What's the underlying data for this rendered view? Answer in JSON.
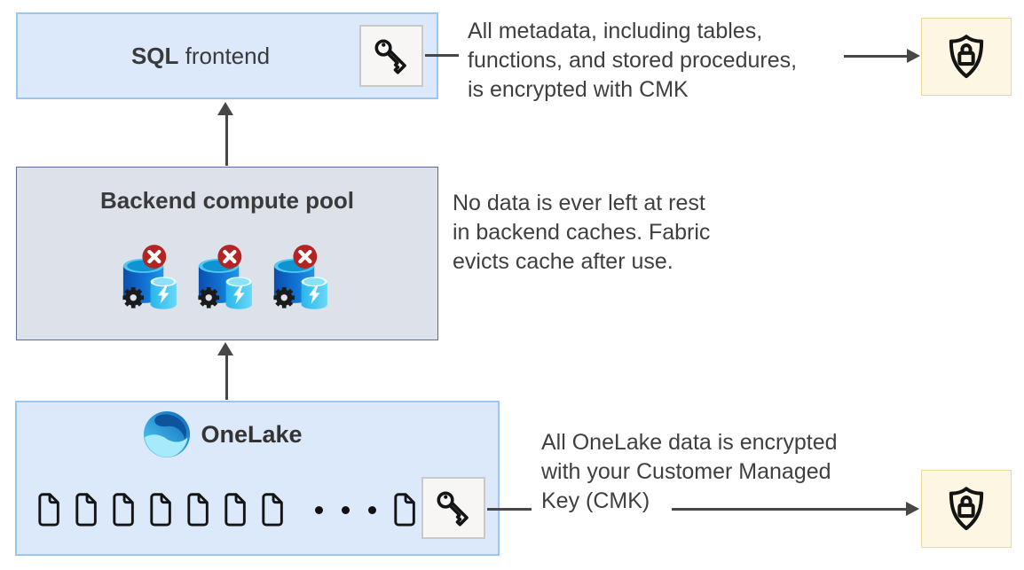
{
  "boxes": {
    "sql_frontend": {
      "label_bold": "SQL",
      "label_regular": "frontend"
    },
    "backend_pool": {
      "title": "Backend compute pool"
    },
    "onelake": {
      "title": "OneLake"
    }
  },
  "notes": {
    "metadata": {
      "lines": [
        "All metadata, including tables,",
        "functions, and stored procedures,",
        "is encrypted with CMK"
      ]
    },
    "cache": {
      "lines": [
        "No data is ever left at rest",
        "in backend caches. Fabric",
        "evicts cache after use."
      ]
    },
    "onelake": {
      "lines": [
        "All OneLake data is encrypted",
        "with your Customer Managed",
        "Key (CMK)"
      ]
    }
  },
  "icons": {
    "key": "customer-managed-key-icon",
    "shield_lock": "shield-lock-icon",
    "document": "data-file-icon",
    "cache_node": "backend-cache-node-icon",
    "cancel_badge": "cache-evicted-x-badge",
    "gear": "compute-gear-icon",
    "lightning": "cache-lightning-icon",
    "onelake_logo": "onelake-logo",
    "ellipsis": "more-files-ellipsis"
  },
  "colors": {
    "box_blue": "#dbe9fa",
    "box_blue_border": "#9dc6ee",
    "box_gray": "#dde2ea",
    "box_gray_border": "#5c6e91",
    "shield_bg": "#fdf6e2",
    "shield_border": "#e8d9a2",
    "chip_bg": "#f7f6f4",
    "chip_border": "#c9c9c9",
    "line": "#474747",
    "text": "#3d3d3d",
    "badge_red": "#b32424"
  }
}
